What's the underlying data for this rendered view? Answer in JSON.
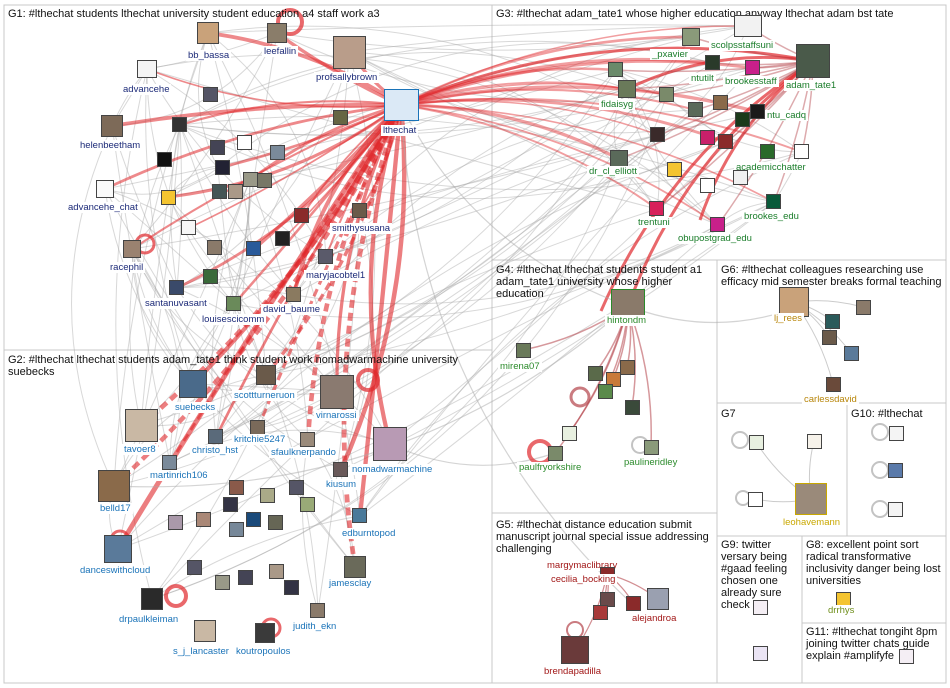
{
  "panels": [
    {
      "id": "G1",
      "title": "G1: #lthechat students lthechat university student education a4 staff work a3"
    },
    {
      "id": "G2",
      "title": "G2: #lthechat lthechat students adam_tate1 think student work nomadwarmachine university suebecks"
    },
    {
      "id": "G3",
      "title": "G3: #lthechat adam_tate1 whose higher education anyway lthechat adam bst tate"
    },
    {
      "id": "G4",
      "title": "G4: #lthechat lthechat students student a1 adam_tate1 university whose higher education"
    },
    {
      "id": "G5",
      "title": "G5: #lthechat distance education submit manuscript journal special issue addressing challenging"
    },
    {
      "id": "G6",
      "title": "G6: #lthechat colleagues researching use efficacy mid semester breaks formal teaching"
    },
    {
      "id": "G7",
      "title": "G7"
    },
    {
      "id": "G8",
      "title": "G8: excellent point sort radical transformative inclusivity danger being lost universities"
    },
    {
      "id": "G9",
      "title": "G9: twitter versary being #gaad feeling chosen one already sure check"
    },
    {
      "id": "G10",
      "title": "G10: #lthechat"
    },
    {
      "id": "G11",
      "title": "G11: #lthechat tongiht 8pm joining twitter chats guide explain #amplifyfe"
    }
  ],
  "nodes": {
    "bb_bassa": "bb_bassa",
    "leefallin": "leefallin",
    "advancehe": "advancehe",
    "profsallybrown": "profsallybrown",
    "lthechat": "lthechat",
    "helenbeetham": "helenbeetham",
    "advancehe_chat": "advancehe_chat",
    "smithysusana": "smithysusana",
    "racephil": "racephil",
    "maryjacobtel1": "maryjacobtel1",
    "santanuvasant": "santanuvasant",
    "david_baume": "david_baume",
    "louisescicomm": "louisescicomm",
    "suebecks": "suebecks",
    "scottturneruon": "scottturneruon",
    "virnarossi": "virnarossi",
    "tavoer8": "tavoer8",
    "kritchie5247": "kritchie5247",
    "christo_hst": "christo_hst",
    "sfaulknerpando": "sfaulknerpando",
    "nomadwarmachine": "nomadwarmachine",
    "martinrich106": "martinrich106",
    "kiusum": "kiusum",
    "belld17": "belld17",
    "edburntopod": "edburntopod",
    "danceswithcloud": "danceswithcloud",
    "jamesclay": "jamesclay",
    "drpaulkleiman": "drpaulkleiman",
    "judith_ekn": "judith_ekn",
    "s_j_lancaster": "s_j_lancaster",
    "koutropoulos": "koutropoulos",
    "scolpsstaffsuni": "scolpsstaffsuni",
    "_pxavier": "_pxavier",
    "adam_tate1": "adam_tate1",
    "ntutilt": "ntutilt",
    "brookesstaff": "brookesstaff",
    "fidaisyg": "fidaisyg",
    "ntu_cadq": "ntu_cadq",
    "academicchatter": "academicchatter",
    "dr_cl_elliott": "dr_cl_elliott",
    "brookes_edu": "brookes_edu",
    "trentuni": "trentuni",
    "obupostgrad_edu": "obupostgrad_edu",
    "hintondm": "hintondm",
    "mirena07": "mirena07",
    "paulfryorkshire": "paulfryorkshire",
    "paulineridley": "paulineridley",
    "lj_rees": "lj_rees",
    "carlessdavid": "carlessdavid",
    "leohavemann": "leohavemann",
    "margymaclibrary": "margymaclibrary",
    "cecilia_bocking": "cecilia_bocking",
    "alejandroa": "alejandroa",
    "brendapadilla": "brendapadilla",
    "drrhys": "drrhys"
  },
  "colors": {
    "edge_gray": "#a9a9a9",
    "edge_red": "#e0282c",
    "edge_dark_red": "#b4434a",
    "g1_label": "#1c2a78",
    "g2_label": "#1a73b8",
    "g3_label": "#1a7d2a",
    "g5_label": "#a21818",
    "g6_label": "#b8860b"
  }
}
